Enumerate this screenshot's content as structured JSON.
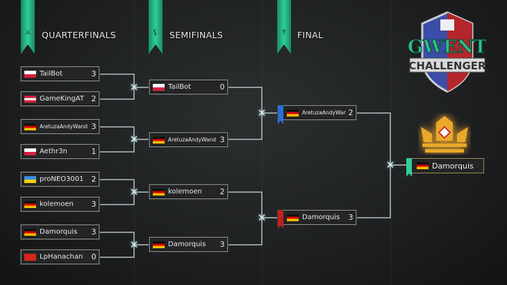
{
  "rounds": {
    "quarterfinals": "QUARTERFINALS",
    "semifinals": "SEMIFINALS",
    "final": "FINAL"
  },
  "logo": {
    "line1": "GWENT",
    "line2": "CHALLENGER"
  },
  "quarterfinals": [
    {
      "name": "TailBot",
      "flag": "pl",
      "score": "3"
    },
    {
      "name": "GameKingAT",
      "flag": "at",
      "score": "2"
    },
    {
      "name": "AretuzaAndyWand",
      "flag": "de",
      "score": "3"
    },
    {
      "name": "Aethr3n",
      "flag": "pl",
      "score": "1"
    },
    {
      "name": "proNEO3001",
      "flag": "ua",
      "score": "2"
    },
    {
      "name": "kolemoen",
      "flag": "de",
      "score": "3"
    },
    {
      "name": "Damorquis",
      "flag": "de",
      "score": "3"
    },
    {
      "name": "LpHanachan",
      "flag": "cn",
      "score": "0"
    }
  ],
  "semifinals": [
    {
      "name": "TailBot",
      "flag": "pl",
      "score": "0"
    },
    {
      "name": "AretuzaAndyWand",
      "flag": "de",
      "score": "3"
    },
    {
      "name": "kolemoen",
      "flag": "de",
      "score": "2"
    },
    {
      "name": "Damorquis",
      "flag": "de",
      "score": "3"
    }
  ],
  "final": [
    {
      "name": "AretuzaAndyWand",
      "flag": "de",
      "score": "2",
      "ribbon": "#2a6fd6"
    },
    {
      "name": "Damorquis",
      "flag": "de",
      "score": "3",
      "ribbon": "#c0201c"
    }
  ],
  "winner": {
    "name": "Damorquis",
    "flag": "de",
    "ribbon": "#2fcf9a"
  }
}
